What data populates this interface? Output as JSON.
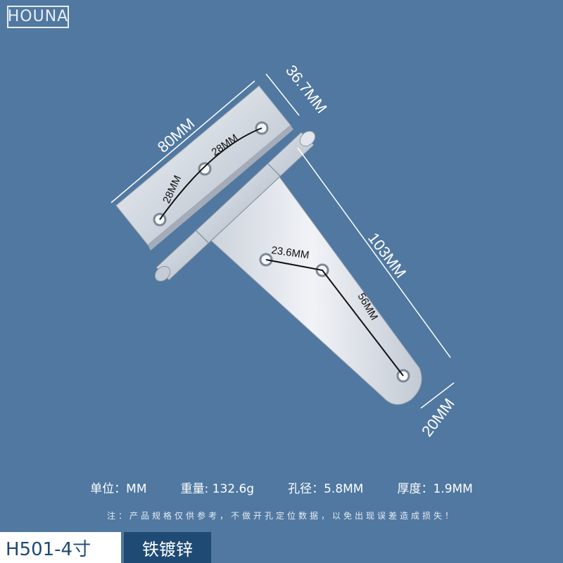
{
  "brand": {
    "logo_text": "HOUNA"
  },
  "dimensions": {
    "width_label": "80MM",
    "plate_label": "36.7MM",
    "strap_length_label": "103MM",
    "tip_width_label": "20MM",
    "hole_spacing_1": "28MM",
    "hole_spacing_2": "28MM",
    "hole_spacing_3": "23.6MM",
    "hole_spacing_4": "56MM"
  },
  "specs": [
    {
      "label": "单位：MM"
    },
    {
      "label": "重量: 132.6g"
    },
    {
      "label": "孔径：5.8MM"
    },
    {
      "label": "厚度：1.9MM"
    }
  ],
  "note": "注：产品规格仅供参考，不做开孔定位数据，以免出现误差造成损失！",
  "product": {
    "model": "H501-4寸",
    "finish": "铁镀锌"
  },
  "colors": {
    "background": "#5078a0",
    "accent": "#1e4a73",
    "metal": "#d8dde4"
  }
}
